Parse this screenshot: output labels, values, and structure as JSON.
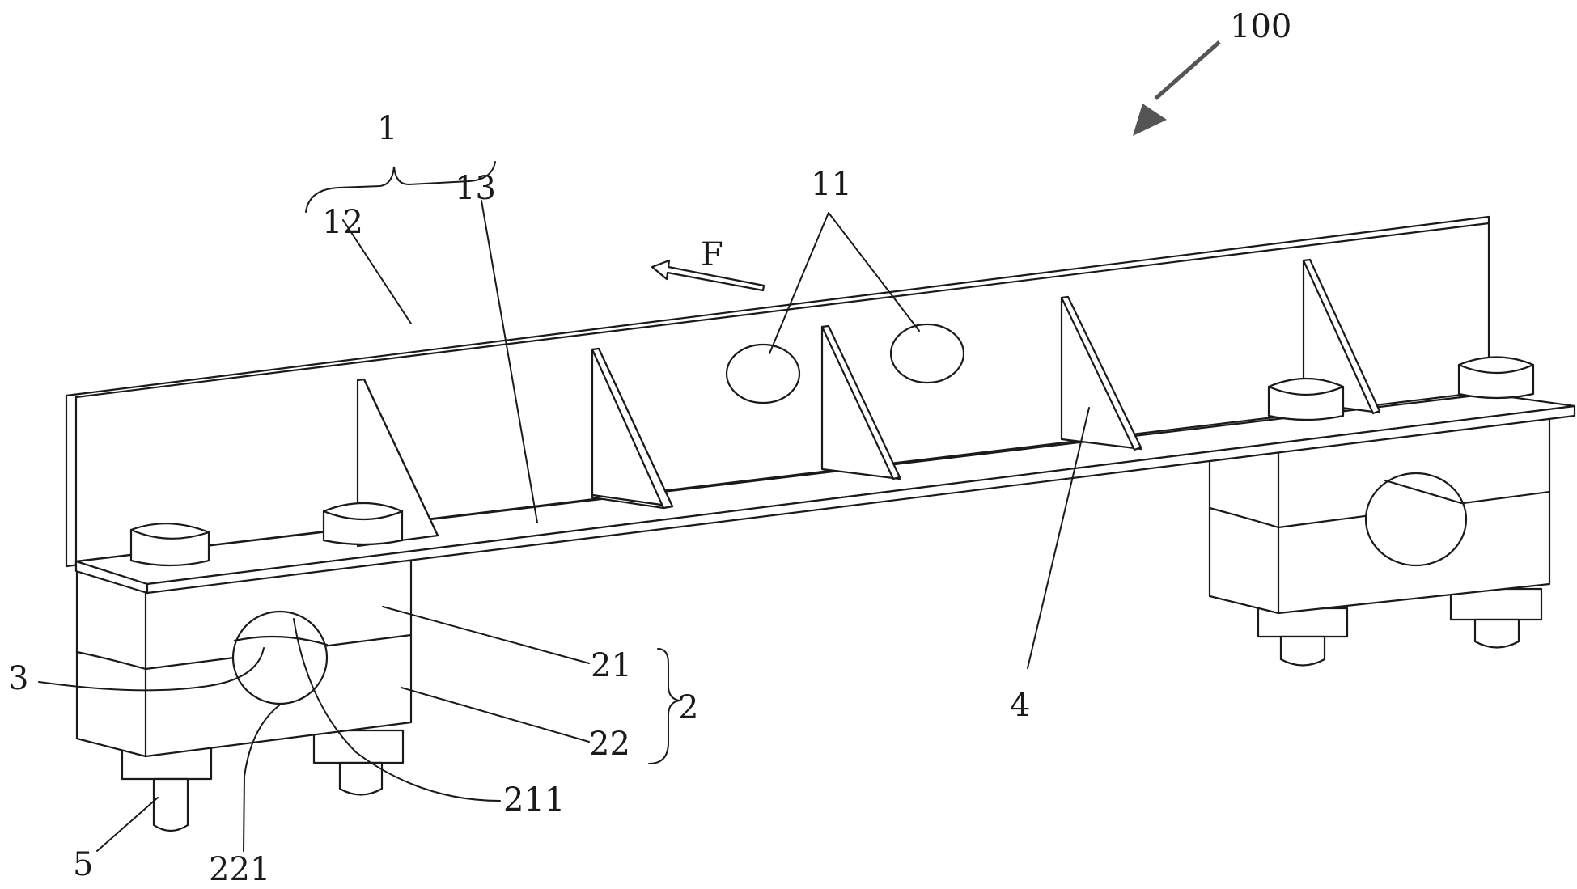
{
  "figure": {
    "reference_labels": {
      "assembly": "100",
      "beam": "1",
      "holes": "11",
      "vertical_plate": "12",
      "horizontal_plate": "13",
      "clamp": "2",
      "upper_clamp_block": "21",
      "lower_clamp_block": "22",
      "upper_groove": "211",
      "lower_groove": "221",
      "cable": "3",
      "rib": "4",
      "bolt": "5"
    },
    "force_label": "F",
    "colors": {
      "line": "#1a1a1a",
      "background": "#ffffff",
      "pointer_arrow": "#555555"
    }
  }
}
